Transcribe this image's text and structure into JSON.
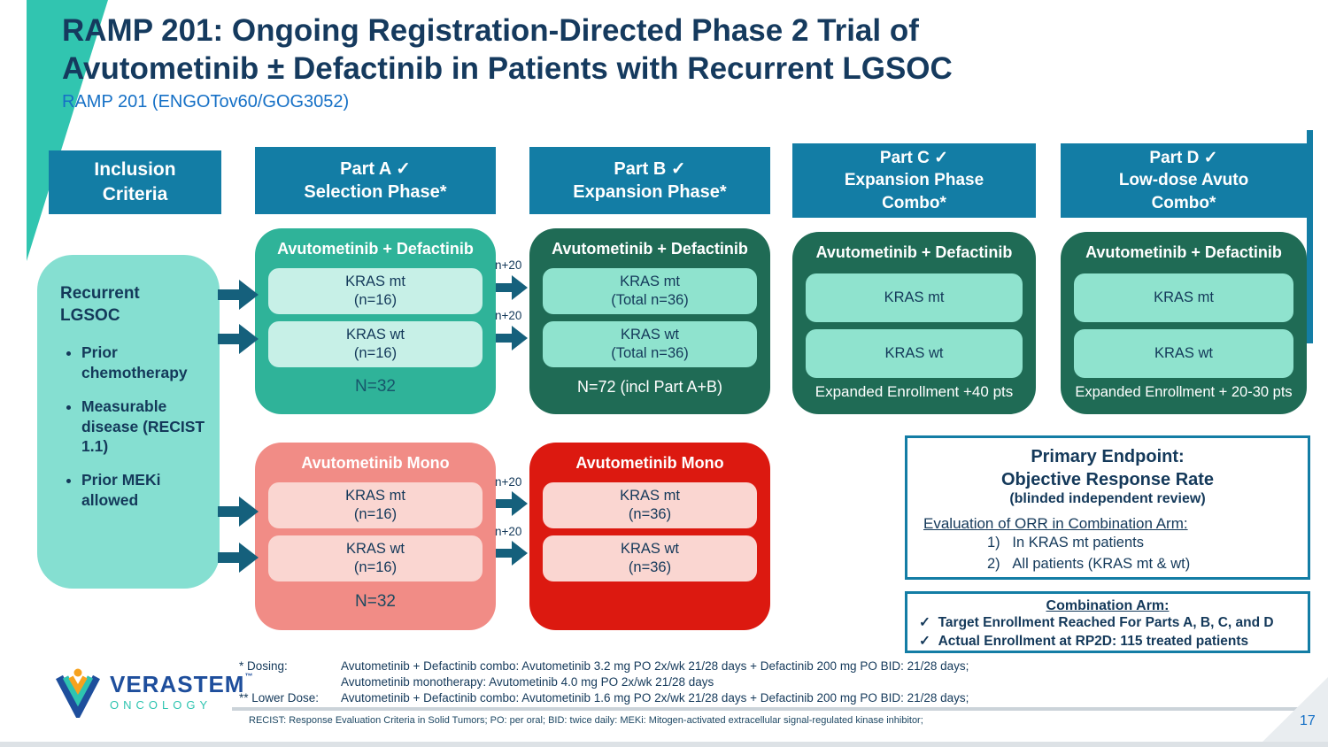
{
  "title": {
    "line1": "RAMP 201: Ongoing Registration-Directed Phase 2 Trial of",
    "line2": "Avutometinib ± Defactinib in Patients with Recurrent LGSOC",
    "subtitle": "RAMP 201 (ENGOTov60/GOG3052)"
  },
  "page_number": "17",
  "colors": {
    "header_teal": "#137DA5",
    "wedge_teal": "#31C5B0",
    "part_a_green": "#2FB399",
    "dark_green": "#1F6B55",
    "mono_pink": "#F18C86",
    "mono_red": "#DC1910",
    "arrow_teal": "#15607C",
    "navy_text": "#14395A",
    "link_blue": "#1570C6"
  },
  "column_headers": {
    "inclusion": [
      "Inclusion",
      "Criteria"
    ],
    "part_a": [
      "Part A ✓",
      "Selection Phase*"
    ],
    "part_b": [
      "Part B ✓",
      "Expansion Phase*"
    ],
    "part_c": [
      "Part C ✓",
      "Expansion Phase",
      "Combo*"
    ],
    "part_d": [
      "Part D ✓",
      "Low-dose Avuto",
      "Combo*"
    ]
  },
  "inclusion_box": {
    "heading": "Recurrent LGSOC",
    "bullets": [
      "Prior chemotherapy",
      "Measurable disease (RECIST 1.1)",
      "Prior MEKi allowed"
    ]
  },
  "part_a_box": {
    "header": "Avutometinib + Defactinib",
    "row1": [
      "KRAS mt",
      "(n=16)"
    ],
    "row2": [
      "KRAS wt",
      "(n=16)"
    ],
    "total": "N=32"
  },
  "part_b_box": {
    "header": "Avutometinib + Defactinib",
    "row1": [
      "KRAS mt",
      "(Total n=36)"
    ],
    "row2": [
      "KRAS wt",
      "(Total n=36)"
    ],
    "total": "N=72 (incl Part A+B)"
  },
  "part_c_box": {
    "header": "Avutometinib + Defactinib",
    "row1": "KRAS mt",
    "row2": "KRAS wt",
    "footer": "Expanded Enrollment +40 pts"
  },
  "part_d_box": {
    "header": "Avutometinib + Defactinib",
    "row1": "KRAS mt",
    "row2": "KRAS wt",
    "footer": "Expanded Enrollment + 20-30 pts"
  },
  "mono_a_box": {
    "header": "Avutometinib Mono",
    "row1": [
      "KRAS mt",
      "(n=16)"
    ],
    "row2": [
      "KRAS wt",
      "(n=16)"
    ],
    "total": "N=32"
  },
  "mono_b_box": {
    "header": "Avutometinib Mono",
    "row1": [
      "KRAS mt",
      "(n=36)"
    ],
    "row2": [
      "KRAS wt",
      "(n=36)"
    ]
  },
  "arrow_label": "n+20",
  "primary_endpoint": {
    "title1": "Primary Endpoint:",
    "title2": "Objective Response Rate",
    "title3": "(blinded independent review)",
    "eval_heading": "Evaluation of ORR in Combination Arm:",
    "item1": "1)   In KRAS mt patients",
    "item2": "2)   All patients (KRAS mt & wt)"
  },
  "combination_arm": {
    "heading": "Combination Arm:",
    "item1": "✓  Target Enrollment Reached For Parts A, B, C, and D",
    "item2": "✓  Actual Enrollment at RP2D: 115 treated patients"
  },
  "footnotes": {
    "dosing_label": "* Dosing:",
    "dosing_line1": "Avutometinib + Defactinib combo: Avutometinib 3.2 mg PO 2x/wk 21/28 days + Defactinib 200 mg PO BID: 21/28 days;",
    "dosing_line2": "Avutometinib monotherapy: Avutometinib 4.0 mg PO 2x/wk 21/28 days",
    "lower_dose_label": "** Lower Dose:",
    "lower_dose_line1": "Avutometinib + Defactinib combo: Avutometinib 1.6 mg PO 2x/wk 21/28 days + Defactinib 200 mg PO BID: 21/28 days;",
    "abbreviations": "RECIST: Response Evaluation Criteria in Solid Tumors; PO: per oral; BID: twice daily: MEKi: Mitogen-activated extracellular signal-regulated kinase inhibitor;"
  },
  "logo": {
    "brand": "VERASTEM",
    "tm": "™",
    "division": "ONCOLOGY"
  }
}
